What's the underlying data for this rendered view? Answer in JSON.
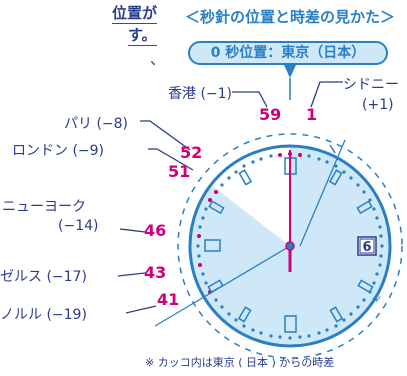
{
  "top_text": {
    "line1": "位置が",
    "line2": "す。",
    "line3": "、"
  },
  "heading": "＜秒針の位置と時差の見かた＞",
  "zero_label": "0 秒位置：東京（日本）",
  "cities": {
    "hongkong": "香港 (−1)",
    "sydney_name": "シドニー",
    "sydney_offset": "(+1)",
    "paris": "パリ (−8)",
    "london": "ロンドン (−9)",
    "newyork_name": "ニューヨーク",
    "newyork_offset": "(−14)",
    "losangeles": "ゼルス (−17)",
    "honolulu": "ノルル (−19)"
  },
  "seconds": {
    "s59": "59",
    "s1": "1",
    "s52": "52",
    "s51": "51",
    "s46": "46",
    "s43": "43",
    "s41": "41"
  },
  "footnote": "※ カッコ内は東京 ( 日本 ) からの時差",
  "colors": {
    "navy": "#2a3c8c",
    "blue": "#2a7fc4",
    "light_blue": "#cfe8f7",
    "magenta": "#d0007a"
  }
}
